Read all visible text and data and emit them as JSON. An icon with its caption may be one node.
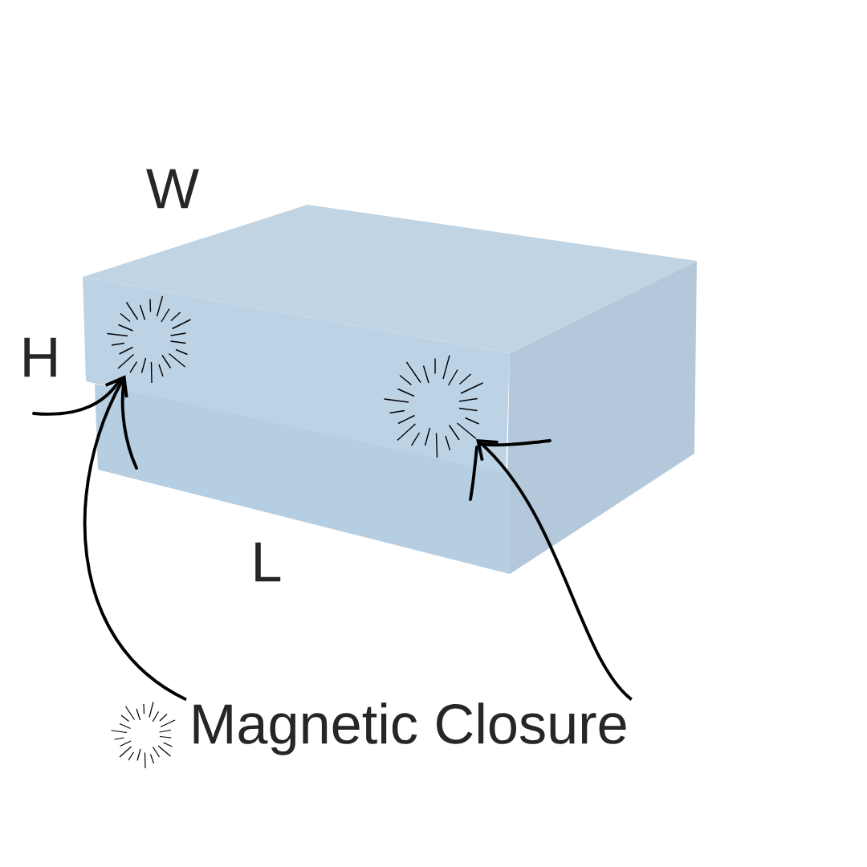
{
  "diagram": {
    "nodes": [
      {
        "text": [
          "Magnetic Closure"
        ]
      },
      {
        "text": [],
        "shape": "star"
      },
      {
        "text": [],
        "shape": "star"
      }
    ],
    "edges": [
      {
        "from": 0,
        "to": 1,
        "arrow": "to"
      },
      {
        "from": 0,
        "to": 2,
        "arrow": "to"
      }
    ],
    "labels": [
      "W",
      "H",
      "L"
    ]
  }
}
